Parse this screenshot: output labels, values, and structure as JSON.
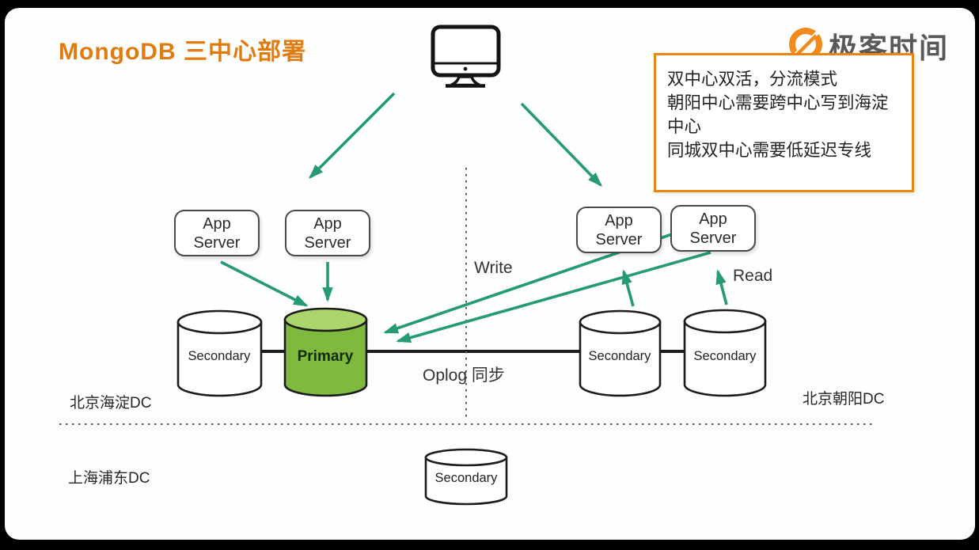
{
  "title": "MongoDB 三中心部署",
  "brand": {
    "name": "极客时间"
  },
  "note": {
    "lines": [
      "双中心双活，分流模式",
      "朝阳中心需要跨中心写到海淀中心",
      "同城双中心需要低延迟专线"
    ]
  },
  "app_servers": [
    {
      "label": "App Server",
      "dc": "北京海淀DC"
    },
    {
      "label": "App Server",
      "dc": "北京海淀DC"
    },
    {
      "label": "App Server",
      "dc": "北京朝阳DC"
    },
    {
      "label": "App Server",
      "dc": "北京朝阳DC"
    }
  ],
  "databases": [
    {
      "label": "Secondary",
      "dc": "北京海淀DC"
    },
    {
      "label": "Primary",
      "dc": "北京海淀DC"
    },
    {
      "label": "Secondary",
      "dc": "北京朝阳DC"
    },
    {
      "label": "Secondary",
      "dc": "北京朝阳DC"
    },
    {
      "label": "Secondary",
      "dc": "上海浦东DC"
    }
  ],
  "flow_labels": {
    "write": "Write",
    "read": "Read",
    "oplog": "Oplog 同步"
  },
  "dc_labels": {
    "haidian": "北京海淀DC",
    "chaoyang": "北京朝阳DC",
    "pudong": "上海浦东DC"
  },
  "colors": {
    "accent_orange": "#E07B10",
    "note_border": "#E8870F",
    "arrow_teal": "#259A74",
    "primary_body": "#7FBA3E",
    "primary_top": "#ABD56A",
    "logo_orange": "#F28A1D",
    "brand_text": "#5B5859"
  }
}
